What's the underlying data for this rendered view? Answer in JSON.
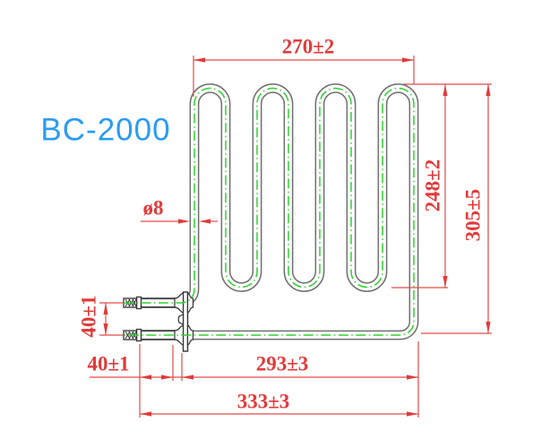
{
  "drawing": {
    "model_label": "BC-2000",
    "part_type": "tubular-heating-element",
    "dimensions": {
      "top_width": "270±2",
      "tube_diameter": "ø8",
      "bend_height": "248±2",
      "overall_height": "305±5",
      "terminal_pitch_vertical": "40±1",
      "terminal_length": "40±1",
      "bottom_width_inner": "293±3",
      "bottom_width_overall": "333±3"
    },
    "colors": {
      "dimension_red": "#e23a3a",
      "label_blue": "#2b9cf2",
      "tube_outline_gray": "#6f6f6f",
      "centerline_green": "#2ed32e",
      "terminal_detail_dark": "#333333",
      "background": "#ffffff"
    }
  }
}
